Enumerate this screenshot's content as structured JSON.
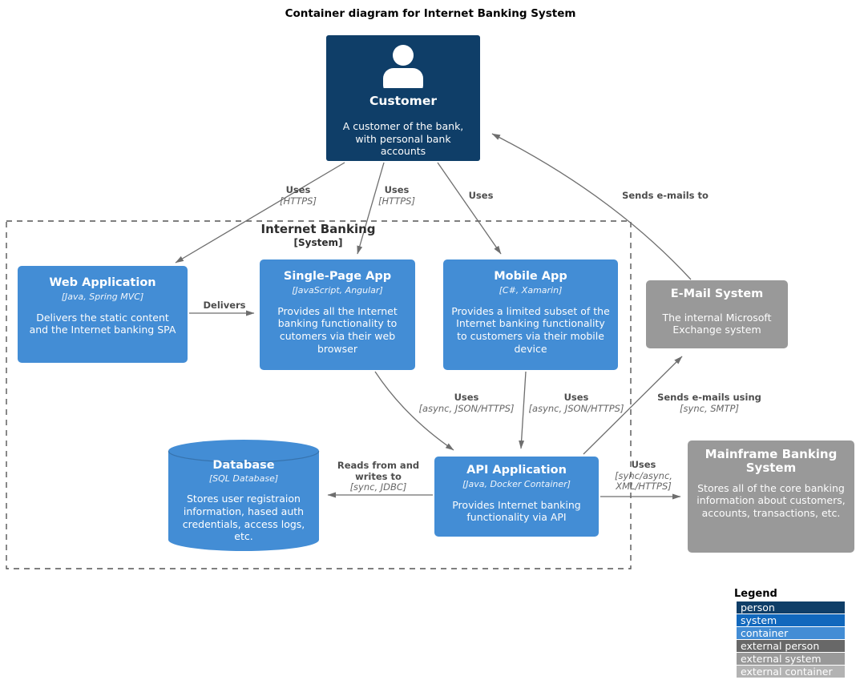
{
  "title": "Container diagram for Internet Banking System",
  "colors": {
    "person": "#0f3e68",
    "system": "#1168bd",
    "container": "#438dd5",
    "external_person": "#686868",
    "external_system": "#999999",
    "external_container": "#b3b3b3",
    "arrow": "#6e6e6e",
    "boundary": "#555555"
  },
  "boundary": {
    "label": "Internet Banking",
    "sublabel": "[System]"
  },
  "nodes": {
    "customer": {
      "title": "Customer",
      "desc": "A customer of the bank, with personal bank accounts"
    },
    "web_app": {
      "title": "Web Application",
      "tech": "[Java, Spring MVC]",
      "desc": "Delivers the static content and the Internet banking SPA"
    },
    "spa": {
      "title": "Single-Page App",
      "tech": "[JavaScript, Angular]",
      "desc": "Provides all the Internet banking functionality to cutomers via their web browser"
    },
    "mobile": {
      "title": "Mobile App",
      "tech": "[C#, Xamarin]",
      "desc": "Provides a limited subset of the Internet banking functionality to customers via their mobile device"
    },
    "email": {
      "title": "E-Mail System",
      "desc": "The internal Microsoft Exchange system"
    },
    "database": {
      "title": "Database",
      "tech": "[SQL Database]",
      "desc": "Stores user registraion information, hased auth credentials, access logs, etc."
    },
    "api": {
      "title": "API Application",
      "tech": "[Java, Docker Container]",
      "desc": "Provides Internet banking functionality via API"
    },
    "mainframe": {
      "title": "Mainframe Banking System",
      "desc": "Stores all of the core banking information about customers, accounts, transactions, etc."
    }
  },
  "edges": {
    "customer_web": {
      "label": "Uses",
      "tech": "[HTTPS]"
    },
    "customer_spa": {
      "label": "Uses",
      "tech": "[HTTPS]"
    },
    "customer_mobile": {
      "label": "Uses"
    },
    "email_customer": {
      "label": "Sends e-mails to"
    },
    "web_spa": {
      "label": "Delivers"
    },
    "spa_api": {
      "label": "Uses",
      "tech": "[async, JSON/HTTPS]"
    },
    "mobile_api": {
      "label": "Uses",
      "tech": "[async, JSON/HTTPS]"
    },
    "api_email": {
      "label": "Sends e-mails using",
      "tech": "[sync, SMTP]"
    },
    "api_db": {
      "label": "Reads from and writes to",
      "tech": "[sync, JDBC]"
    },
    "api_mainframe": {
      "label": "Uses",
      "tech": "[sync/async, XML/HTTPS]"
    }
  },
  "legend": {
    "title": "Legend",
    "items": [
      {
        "label": "person",
        "color": "#0f3e68"
      },
      {
        "label": "system",
        "color": "#1168bd"
      },
      {
        "label": "container",
        "color": "#438dd5"
      },
      {
        "label": "external person",
        "color": "#686868"
      },
      {
        "label": "external system",
        "color": "#999999"
      },
      {
        "label": "external container",
        "color": "#b3b3b3"
      }
    ]
  }
}
